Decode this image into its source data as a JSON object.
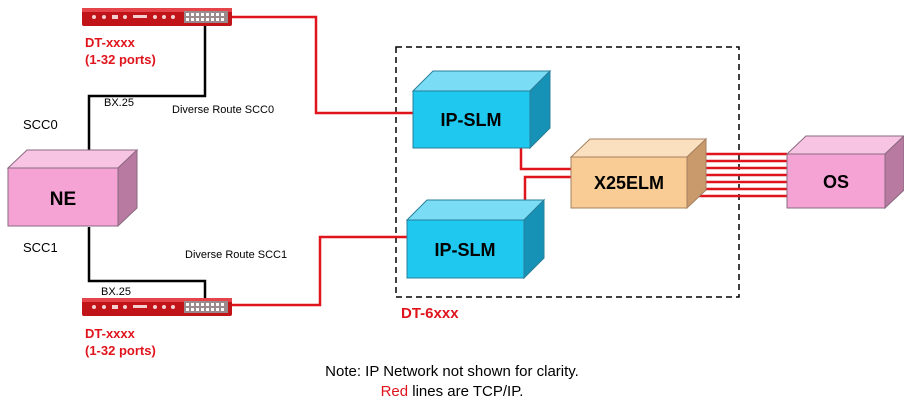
{
  "colors": {
    "tcp_ip_line": "#e0141c",
    "serial_line": "#000000",
    "ne_box": "#f5a3d4",
    "ip_slm_box": "#1ec8ee",
    "x25elm_box": "#f9cc96",
    "os_box": "#f5a3d4",
    "device_body": "#c01418",
    "device_label": "#e0141c"
  },
  "nodes": {
    "ne": "NE",
    "ip_slm_top": "IP-SLM",
    "ip_slm_bottom": "IP-SLM",
    "x25elm": "X25ELM",
    "os": "OS"
  },
  "devices": {
    "top": {
      "name": "DT-xxxx",
      "ports": "(1-32 ports)"
    },
    "bottom": {
      "name": "DT-xxxx",
      "ports": "(1-32 ports)"
    }
  },
  "labels": {
    "scc0": "SCC0",
    "scc1": "SCC1",
    "bx25_top": "BX.25",
    "bx25_bottom": "BX.25",
    "route_scc0": "Diverse Route SCC0",
    "route_scc1": "Diverse Route SCC1",
    "group": "DT-6xxx"
  },
  "note": {
    "line1": "Note: IP Network not shown for clarity.",
    "line2_red": "Red",
    "line2_rest": " lines are TCP/IP."
  }
}
